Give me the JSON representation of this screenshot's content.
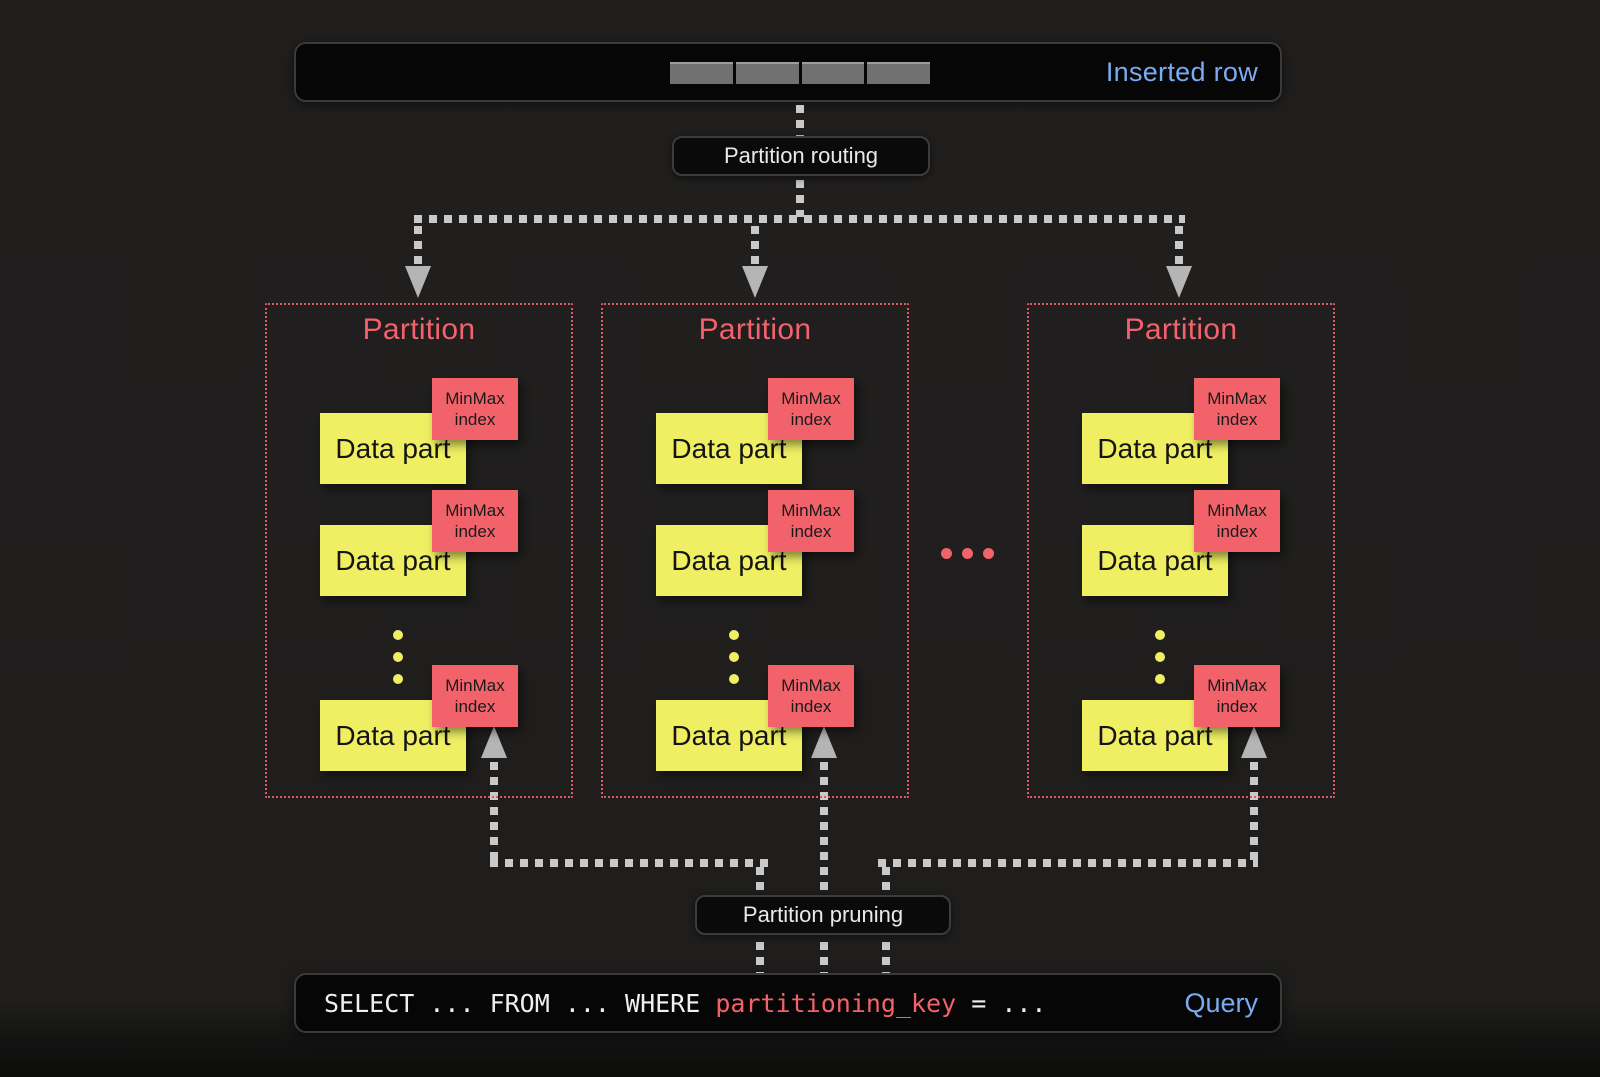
{
  "inserted_row_bar": {
    "label": "Inserted row",
    "cell_count": 4
  },
  "routing_pill": {
    "label": "Partition routing"
  },
  "pruning_pill": {
    "label": "Partition pruning"
  },
  "partitions": [
    {
      "title": "Partition",
      "parts": [
        {
          "label": "Data part",
          "index_label": "MinMax index"
        },
        {
          "label": "Data part",
          "index_label": "MinMax index"
        },
        {
          "label": "Data part",
          "index_label": "MinMax index"
        }
      ]
    },
    {
      "title": "Partition",
      "parts": [
        {
          "label": "Data part",
          "index_label": "MinMax index"
        },
        {
          "label": "Data part",
          "index_label": "MinMax index"
        },
        {
          "label": "Data part",
          "index_label": "MinMax index"
        }
      ]
    },
    {
      "title": "Partition",
      "parts": [
        {
          "label": "Data part",
          "index_label": "MinMax index"
        },
        {
          "label": "Data part",
          "index_label": "MinMax index"
        },
        {
          "label": "Data part",
          "index_label": "MinMax index"
        }
      ]
    }
  ],
  "query_bar": {
    "sql_prefix": "SELECT ... FROM ... WHERE ",
    "sql_key": "partitioning_key",
    "sql_suffix": " = ...",
    "label": "Query"
  },
  "colors": {
    "background": "#1f1e1d",
    "bar_fill": "#060606",
    "partition_border": "#dd5a63",
    "partition_title": "#f2626e",
    "data_part_fill": "#f0ef64",
    "minmax_fill": "#f2626b",
    "accent_blue": "#7aabf2",
    "dash_gray": "#c9c9c9",
    "sql_key_color": "#f2626b"
  }
}
